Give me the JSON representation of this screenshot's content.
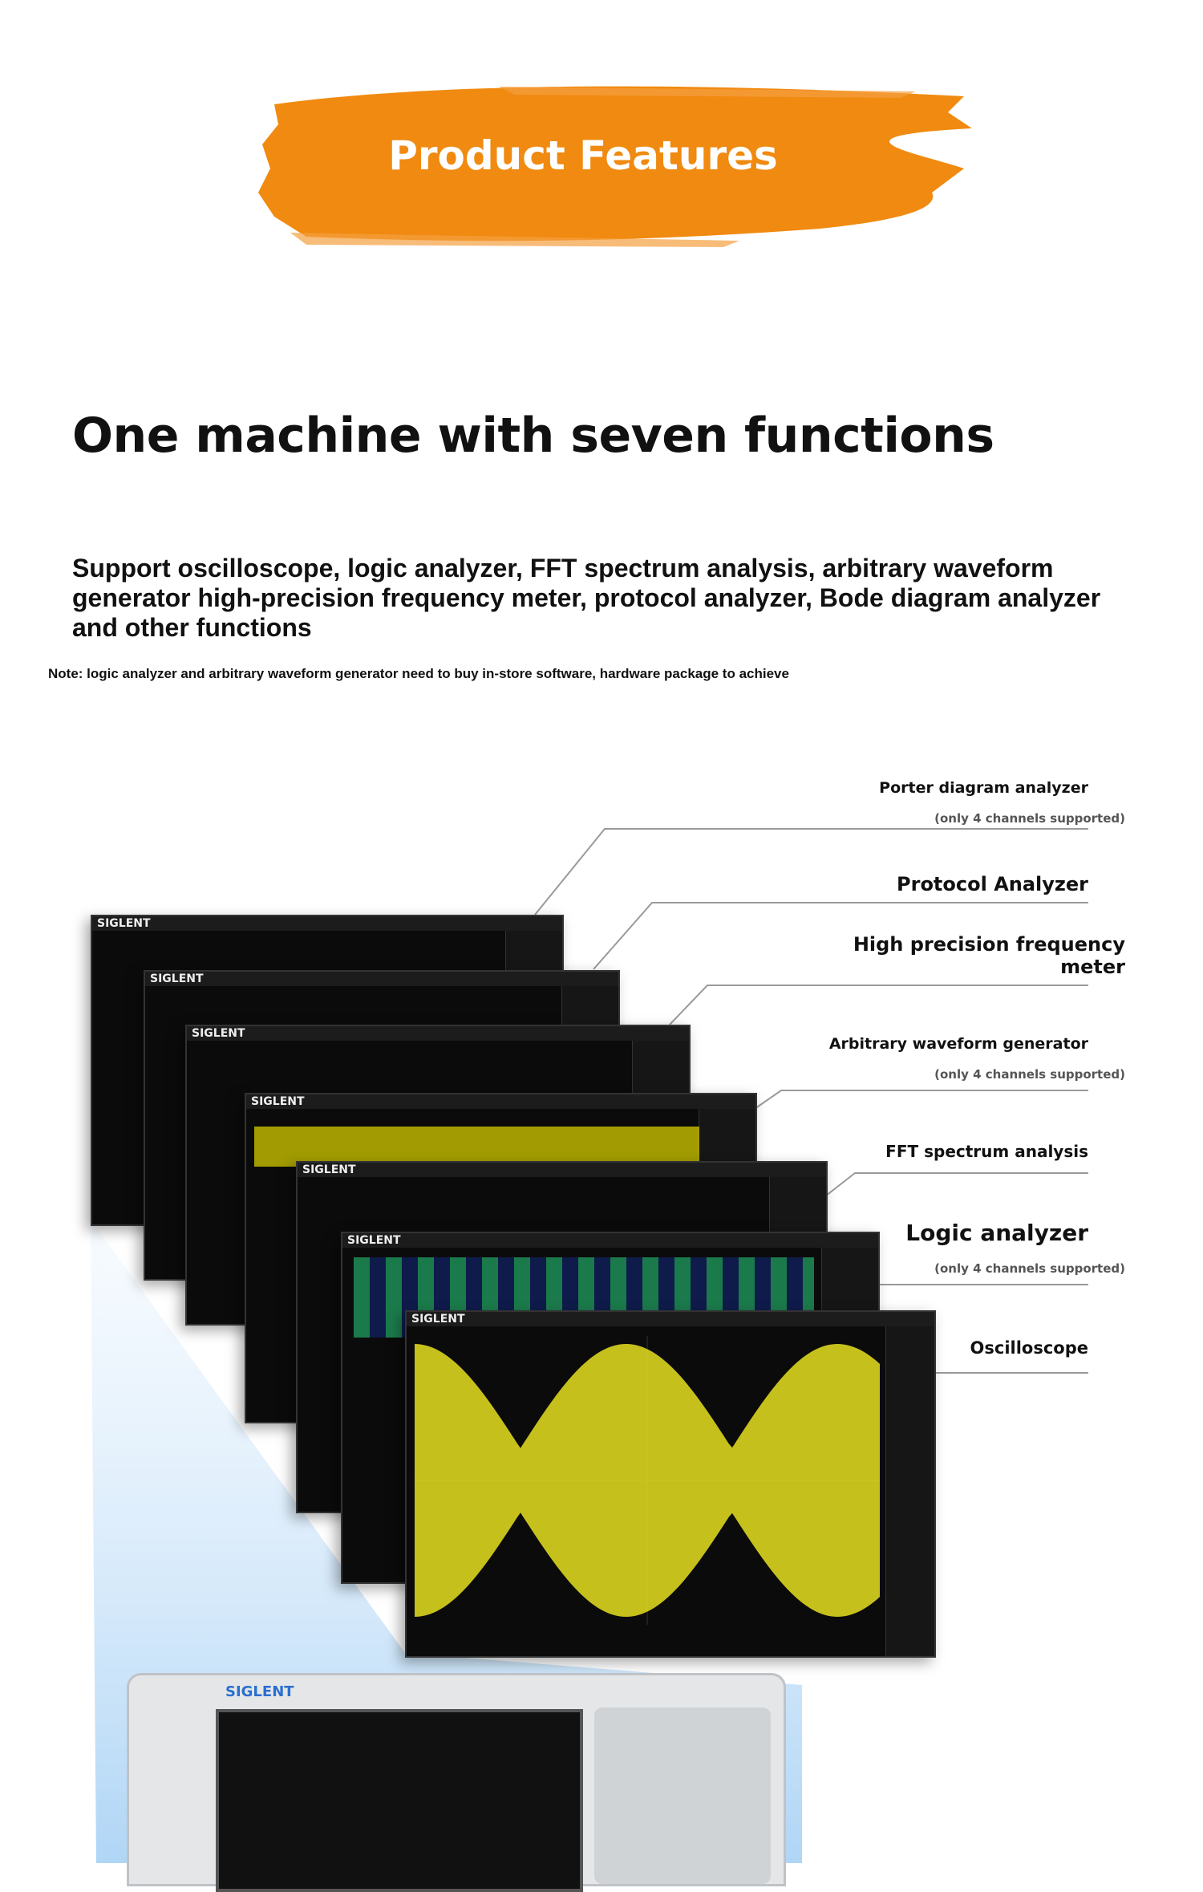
{
  "header": {
    "title": "Product Features",
    "brush_color": "#f08a10"
  },
  "headline": "One machine with seven functions",
  "description": "Support oscilloscope, logic analyzer, FFT spectrum analysis, arbitrary waveform generator high-precision frequency meter, protocol analyzer, Bode diagram analyzer and other functions",
  "note": "Note: logic analyzer and arbitrary waveform generator need to buy in-store software, hardware package to achieve",
  "features": [
    {
      "label": "Porter diagram analyzer",
      "sub": "(only 4 channels supported)"
    },
    {
      "label": "Protocol Analyzer"
    },
    {
      "label": "High precision frequency meter"
    },
    {
      "label": "Arbitrary waveform generator",
      "sub": "(only 4 channels supported)"
    },
    {
      "label": "FFT spectrum analysis"
    },
    {
      "label": "Logic analyzer",
      "sub": "(only 4 channels supported)"
    },
    {
      "label": "Oscilloscope"
    }
  ],
  "screen_brand": "SIGLENT",
  "waveform_color": "#e8e020"
}
